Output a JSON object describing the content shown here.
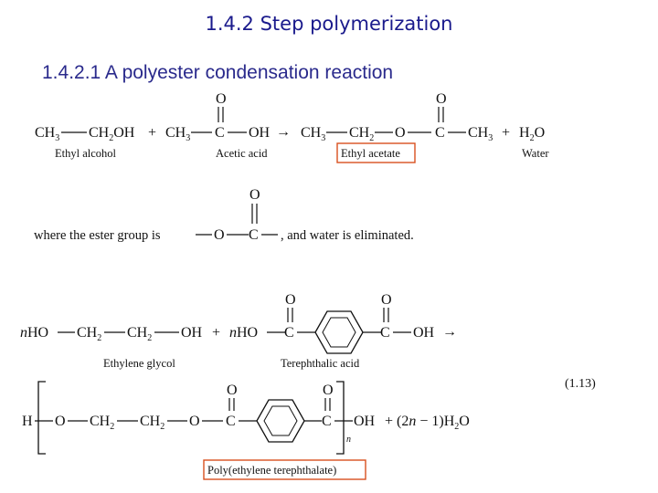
{
  "slide": {
    "title": "1.4.2 Step polymerization",
    "subtitle": "1.4.2.1 A polyester condensation reaction"
  },
  "reaction1": {
    "ethyl_alcohol": "Ethyl alcohol",
    "acetic_acid": "Acetic acid",
    "ethyl_acetate": "Ethyl acetate",
    "water": "Water"
  },
  "ester_note": {
    "prefix": "where the ester group is",
    "suffix": ", and water is eliminated."
  },
  "reaction2": {
    "ethylene_glycol": "Ethylene glycol",
    "terephthalic_acid": "Terephthalic acid",
    "equation_number": "(1.13)",
    "product_name": "Poly(ethylene terephthalate)"
  },
  "colors": {
    "title": "#1a1a8c",
    "highlight_box": "#d9501e"
  }
}
